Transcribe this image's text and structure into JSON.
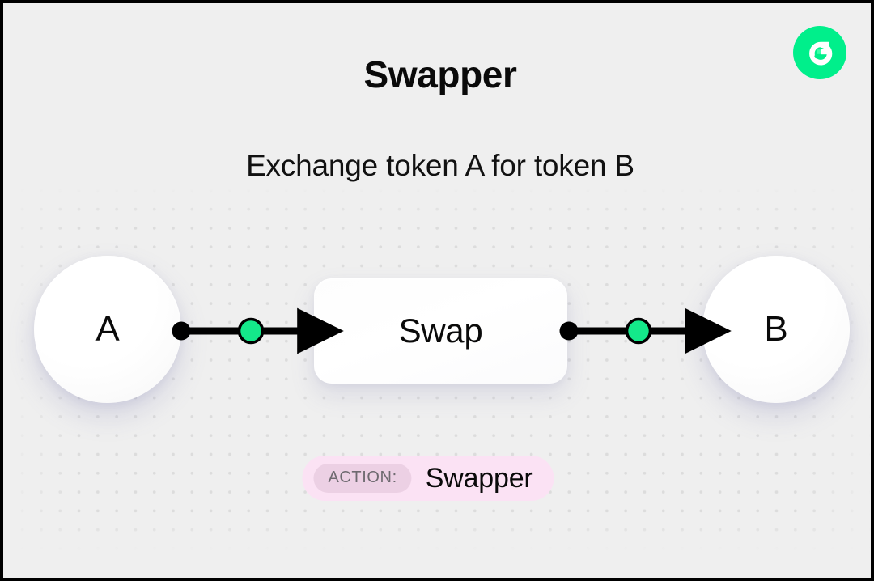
{
  "page": {
    "title": "Swapper",
    "subtitle": "Exchange token A for token B",
    "background_color": "#efefef",
    "border_color": "#000000"
  },
  "brand": {
    "logo_icon": "flow-logo-icon",
    "logo_color": "#00ef8b",
    "logo_mark_color": "#ffffff",
    "logo_accent_color": "#3bffa8"
  },
  "diagram": {
    "nodes": [
      {
        "id": "token-a",
        "label": "A",
        "shape": "circle"
      },
      {
        "id": "swap",
        "label": "Swap",
        "shape": "rounded-rect"
      },
      {
        "id": "token-b",
        "label": "B",
        "shape": "circle"
      }
    ],
    "edges": [
      {
        "id": "edge-a-swap",
        "from": "token-a",
        "to": "swap",
        "source_dot_color": "#000000",
        "marker_color": "#14e88a",
        "marker_stroke_color": "#000000",
        "line_color": "#000000",
        "line_accent_color": "#00d97e",
        "arrow": "right"
      },
      {
        "id": "edge-swap-b",
        "from": "swap",
        "to": "token-b",
        "source_dot_color": "#000000",
        "marker_color": "#14e88a",
        "marker_stroke_color": "#000000",
        "line_color": "#000000",
        "line_accent_color": "#00d97e",
        "arrow": "right"
      }
    ]
  },
  "action_badge": {
    "key": "ACTION:",
    "value": "Swapper",
    "background_color": "#fbe2f4",
    "key_background_color": "#ecd0e4",
    "key_text_color": "#6e6a70",
    "value_text_color": "#0a0a0a"
  }
}
